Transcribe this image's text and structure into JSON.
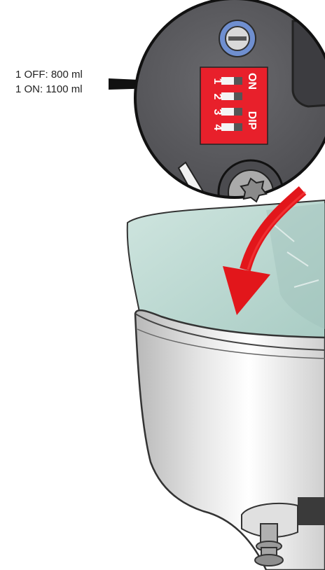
{
  "labels": {
    "line1": "1 OFF: 800 ml",
    "line2": "1 ON: 1100 ml"
  },
  "dip_switch": {
    "text_on": "ON",
    "text_dip": "DIP",
    "numbers": [
      "1",
      "2",
      "3",
      "4"
    ]
  },
  "colors": {
    "dip_red": "#e8202b",
    "housing_gray": "#5a5a5e",
    "knob_blue": "#6f8fd0",
    "bag_teal": "#bcd9d2",
    "arrow_red": "#e2161b",
    "bin_silver": "#d8d8d8"
  },
  "icons": [
    "screw-icon",
    "torx-screw-icon",
    "curved-arrow-icon"
  ]
}
